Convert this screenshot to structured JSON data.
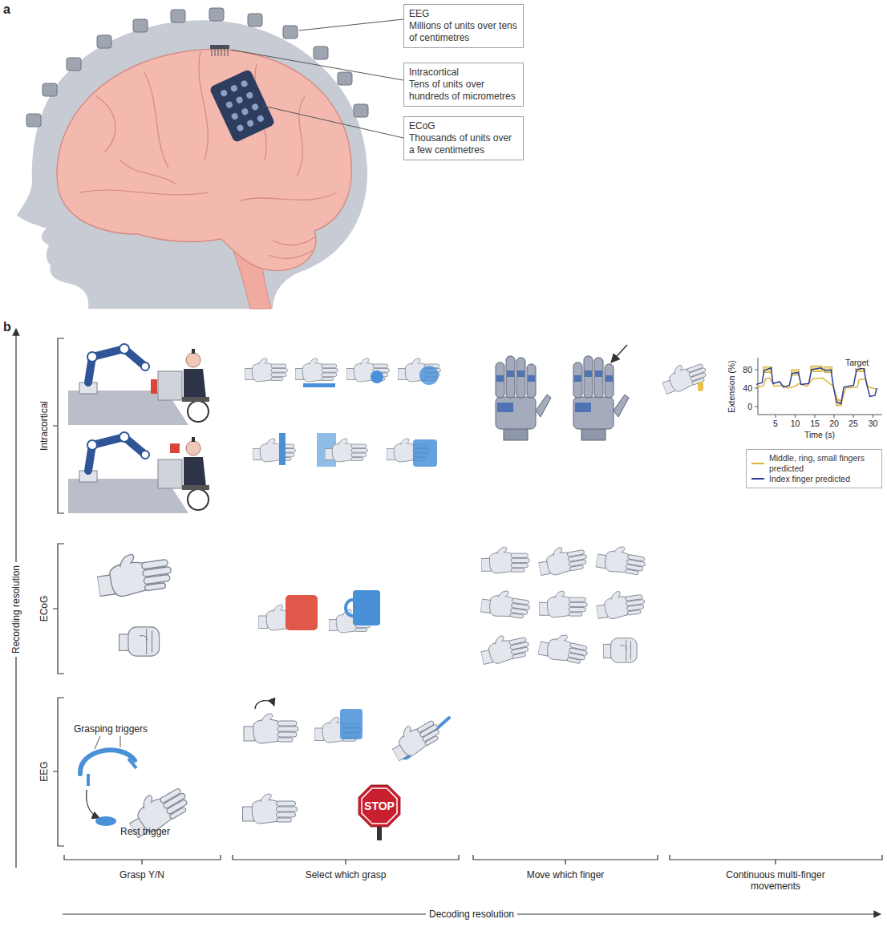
{
  "diagram": {
    "nodes": [
      {
        "text": [
          "EEG",
          "Millions of units over tens of centimetres"
        ]
      },
      {
        "text": [
          "Intracortical",
          "Tens of units over hundreds of micrometres"
        ]
      },
      {
        "text": [
          "ECoG",
          "Thousands of units over a few centimetres"
        ]
      }
    ],
    "labels": [
      "a",
      "b",
      "Recording resolution",
      "Intracortical",
      "ECoG",
      "EEG",
      "Target",
      "80",
      "40",
      "0",
      "5",
      "10",
      "15",
      "20",
      "25",
      "30",
      "Extension (%)",
      "Time (s)",
      "Grasping triggers",
      "Rest trigger",
      "STOP",
      "Grasp Y/N",
      "Select which grasp",
      "Move which finger",
      "Continuous multi-finger movements",
      "Decoding resolution"
    ],
    "legend": [
      {
        "text": "Middle, ring, small fingers predicted"
      },
      {
        "text": "Index finger predicted"
      }
    ]
  }
}
